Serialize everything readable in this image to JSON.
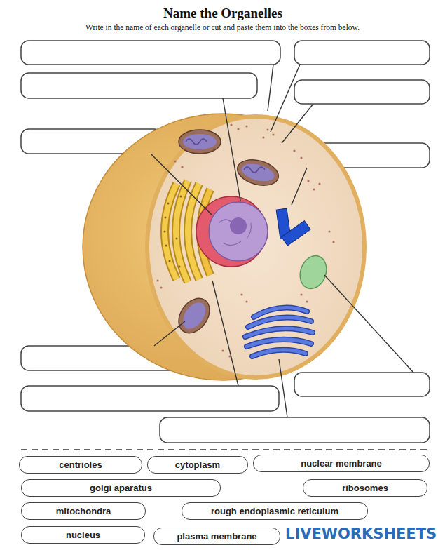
{
  "diagram": {
    "title": "Name the Organelles",
    "nodes": [
      {
        "text": [
          "centrioles"
        ]
      },
      {
        "text": [
          "cytoplasm"
        ]
      },
      {
        "text": [
          "nuclear membrane"
        ]
      },
      {
        "text": [
          "golgi aparatus"
        ]
      },
      {
        "text": [
          "ribosomes"
        ]
      },
      {
        "text": [
          "mitochondra"
        ]
      },
      {
        "text": [
          "rough endoplasmic reticulum"
        ]
      },
      {
        "text": [
          "nucleus"
        ]
      },
      {
        "text": [
          "plasma membrane"
        ]
      }
    ],
    "labels": [
      "Write in the name of each organelle or cut and paste them into the boxes from below.",
      "LIVEWORKSHEETS"
    ]
  }
}
